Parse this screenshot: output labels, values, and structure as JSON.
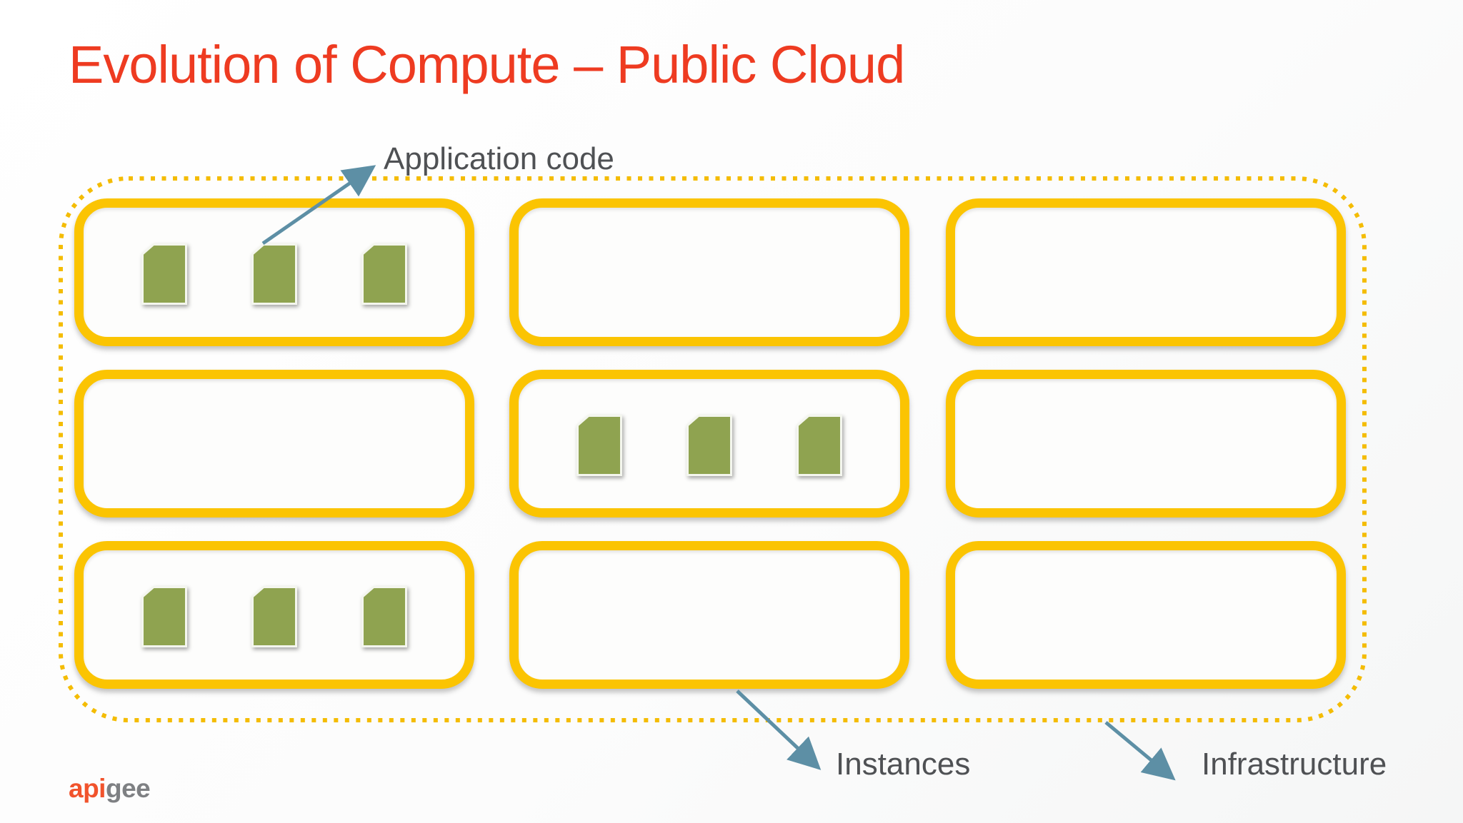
{
  "title": {
    "text": "Evolution of Compute – Public Cloud"
  },
  "annotations": {
    "application_code": "Application code",
    "instances": "Instances",
    "infrastructure": "Infrastructure"
  },
  "logo": {
    "part1": "api",
    "part2": "gee"
  },
  "colors": {
    "title_red": "#ee3b21",
    "box_border_yellow": "#fbc402",
    "dotted_border_yellow": "#f4bc03",
    "doc_fill_green": "#8fa350",
    "doc_stroke": "#f4f6ee",
    "arrow_teal": "#5d8fa5",
    "label_gray": "#4f5154",
    "logo_orange": "#f1532c",
    "logo_gray": "#7e8083"
  },
  "grid": {
    "rows": 3,
    "cols": 3,
    "cells": [
      {
        "row": 0,
        "col": 0,
        "docs": 3
      },
      {
        "row": 0,
        "col": 1,
        "docs": 0
      },
      {
        "row": 0,
        "col": 2,
        "docs": 0
      },
      {
        "row": 1,
        "col": 0,
        "docs": 0
      },
      {
        "row": 1,
        "col": 1,
        "docs": 3
      },
      {
        "row": 1,
        "col": 2,
        "docs": 0
      },
      {
        "row": 2,
        "col": 0,
        "docs": 3
      },
      {
        "row": 2,
        "col": 1,
        "docs": 0
      },
      {
        "row": 2,
        "col": 2,
        "docs": 0
      }
    ]
  }
}
